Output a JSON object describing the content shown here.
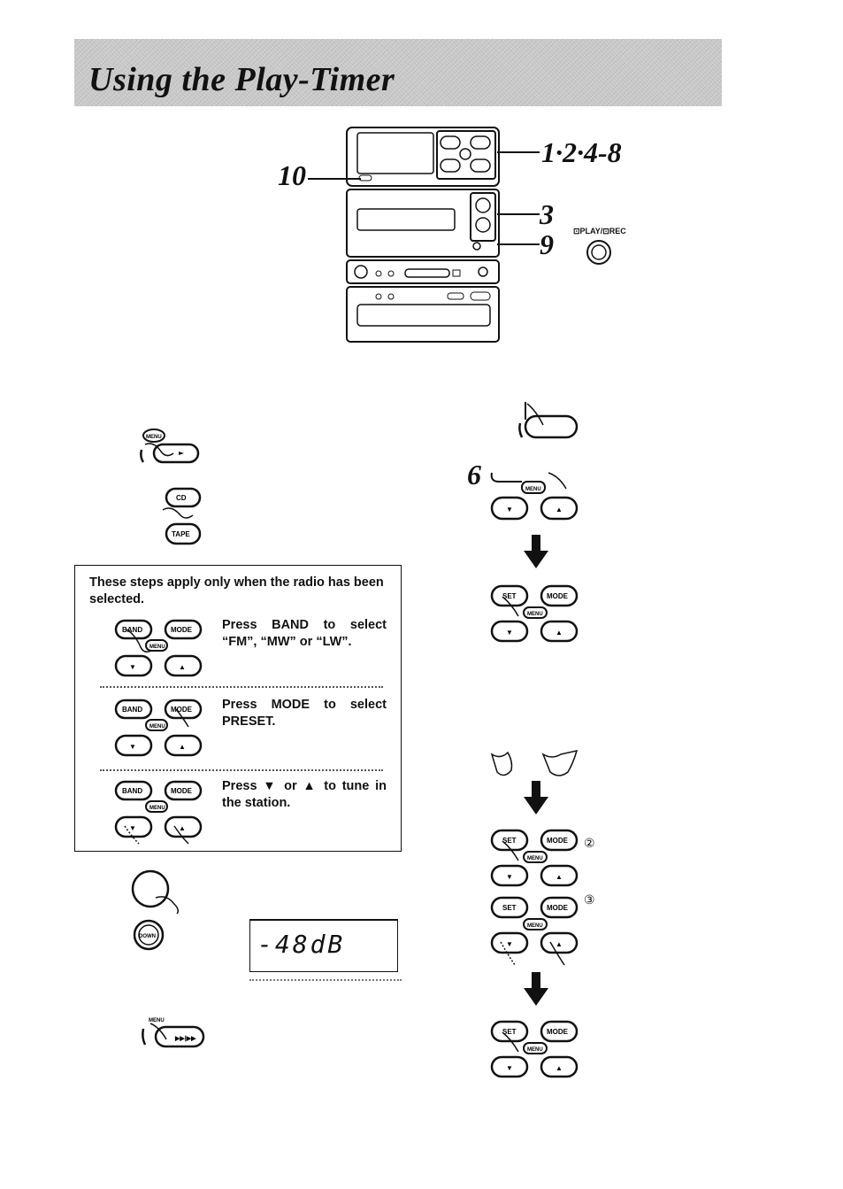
{
  "page": {
    "title": "Using the Play-Timer"
  },
  "device_callouts": {
    "label_10": "10",
    "label_1248": "1·2·4-8",
    "label_3": "3",
    "label_9": "9",
    "play_rec_label": "⊡PLAY/⊡REC"
  },
  "buttons": {
    "menu": "MENU",
    "cd": "CD",
    "tape": "TAPE",
    "band": "BAND",
    "mode": "MODE",
    "set": "SET",
    "down": "DOWN",
    "down_arrow": "▼",
    "up_arrow": "▲"
  },
  "radio_box": {
    "intro": "These steps apply only when the radio has been selected.",
    "step_band": "Press BAND to select “FM”, “MW” or “LW”.",
    "step_mode": "Press MODE to select PRESET.",
    "step_tune": "Press ▼ or ▲ to tune in the station."
  },
  "step6_label": "6",
  "marker_2": "②",
  "marker_3": "③",
  "lcd_display": "-48dB"
}
